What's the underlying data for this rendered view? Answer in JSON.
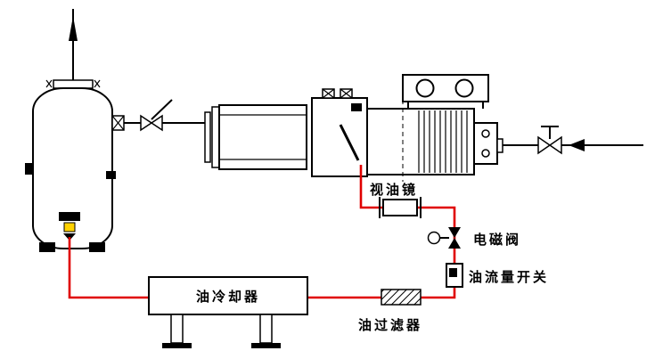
{
  "diagram": {
    "labels": {
      "sight_glass": "视油镜",
      "solenoid_valve": "电磁阀",
      "oil_flow_switch": "油流量开关",
      "oil_cooler": "油冷却器",
      "oil_filter": "油过滤器"
    },
    "colors": {
      "pipe_red": "#e00000",
      "line_black": "#000000",
      "highlight_yellow": "#ffd200",
      "background": "#ffffff"
    },
    "components": [
      {
        "name": "oil-separator-vessel"
      },
      {
        "name": "discharge-up-arrow"
      },
      {
        "name": "manual-shutoff-valve"
      },
      {
        "name": "compressor-motor-unit"
      },
      {
        "name": "suction-valve"
      },
      {
        "name": "suction-left-arrow"
      },
      {
        "name": "sight-glass"
      },
      {
        "name": "solenoid-valve"
      },
      {
        "name": "oil-flow-switch"
      },
      {
        "name": "oil-filter"
      },
      {
        "name": "oil-cooler"
      }
    ]
  }
}
